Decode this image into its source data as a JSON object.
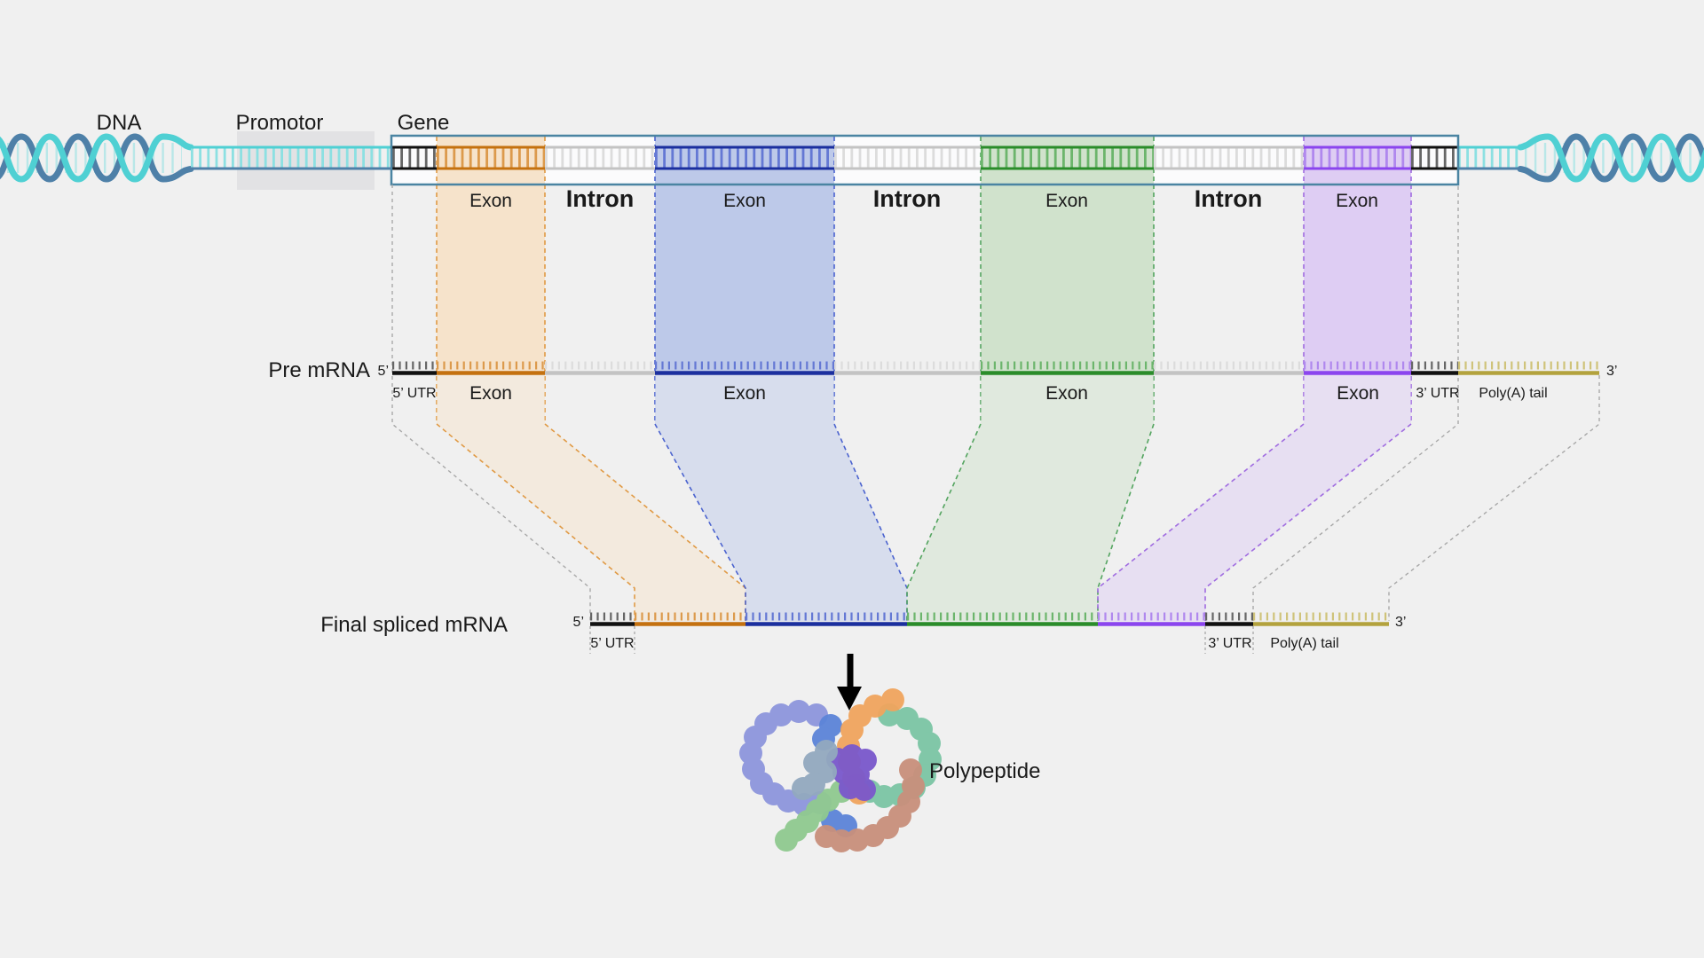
{
  "title": "Gene structure, pre-mRNA splicing and translation diagram",
  "colors": {
    "bg": "#f0f0f0",
    "text": "#1a1a1a",
    "dna_teal": "#4fd0d3",
    "dna_steel": "#4e80a8",
    "dna_rung": "#8ce0e2",
    "gene_border": "#4a84a2",
    "promotor_band": "#e2e2e4",
    "box_bg": "#fbfbfc",
    "utr_black": "#111111",
    "utr_rung": "#666666",
    "intron_line": "#c3c3c3",
    "intron_rung": "#dcdcdc",
    "orange_line": "#c4710f",
    "orange_rung": "#dc9a4c",
    "orange_band": "#f6e3cb",
    "orange_dash": "#e09a45",
    "blue_line": "#1b2f9e",
    "blue_rung": "#6478d4",
    "blue_band": "#bdc9e9",
    "blue_dash": "#4b63cf",
    "green_line": "#2a8c2a",
    "green_rung": "#6cb56c",
    "green_band": "#d0e2cc",
    "green_dash": "#53a45f",
    "purple_line": "#8b45ee",
    "purple_rung": "#b088ee",
    "purple_band": "#decdf3",
    "purple_dash": "#a06ce0",
    "gold_line": "#b3a23d",
    "gold_rung": "#cfc37a",
    "gray_dash": "#a8a8a8",
    "arrow": "#000000"
  },
  "labels": {
    "dna": "DNA",
    "promotor": "Promotor",
    "gene": "Gene",
    "exon": "Exon",
    "intron": "Intron",
    "pre_mrna": "Pre mRNA",
    "final_mrna": "Final spliced mRNA",
    "five_prime": "5’",
    "three_prime": "3’",
    "utr5": "5’ UTR",
    "utr3": "3’ UTR",
    "polya": "Poly(A) tail",
    "polypeptide": "Polypeptide"
  },
  "structure": {
    "gene_sequence": [
      "5’ UTR",
      "Exon",
      "Intron",
      "Exon",
      "Intron",
      "Exon",
      "Intron",
      "Exon",
      "3’ UTR"
    ],
    "pre_mrna_sequence": [
      "5’ UTR",
      "Exon",
      "Intron",
      "Exon",
      "Intron",
      "Exon",
      "Intron",
      "Exon",
      "3’ UTR",
      "Poly(A) tail"
    ],
    "final_mrna_sequence": [
      "5’ UTR",
      "Exon",
      "Exon",
      "Exon",
      "Exon",
      "3’ UTR",
      "Poly(A) tail"
    ],
    "exon_count": 4,
    "intron_count": 3
  },
  "polypeptide": {
    "palette": [
      "#8d96dc",
      "#5c84d8",
      "#7cc5a5",
      "#90ca90",
      "#f0a55e",
      "#7a58cc",
      "#93a9bf",
      "#c9907c"
    ]
  }
}
